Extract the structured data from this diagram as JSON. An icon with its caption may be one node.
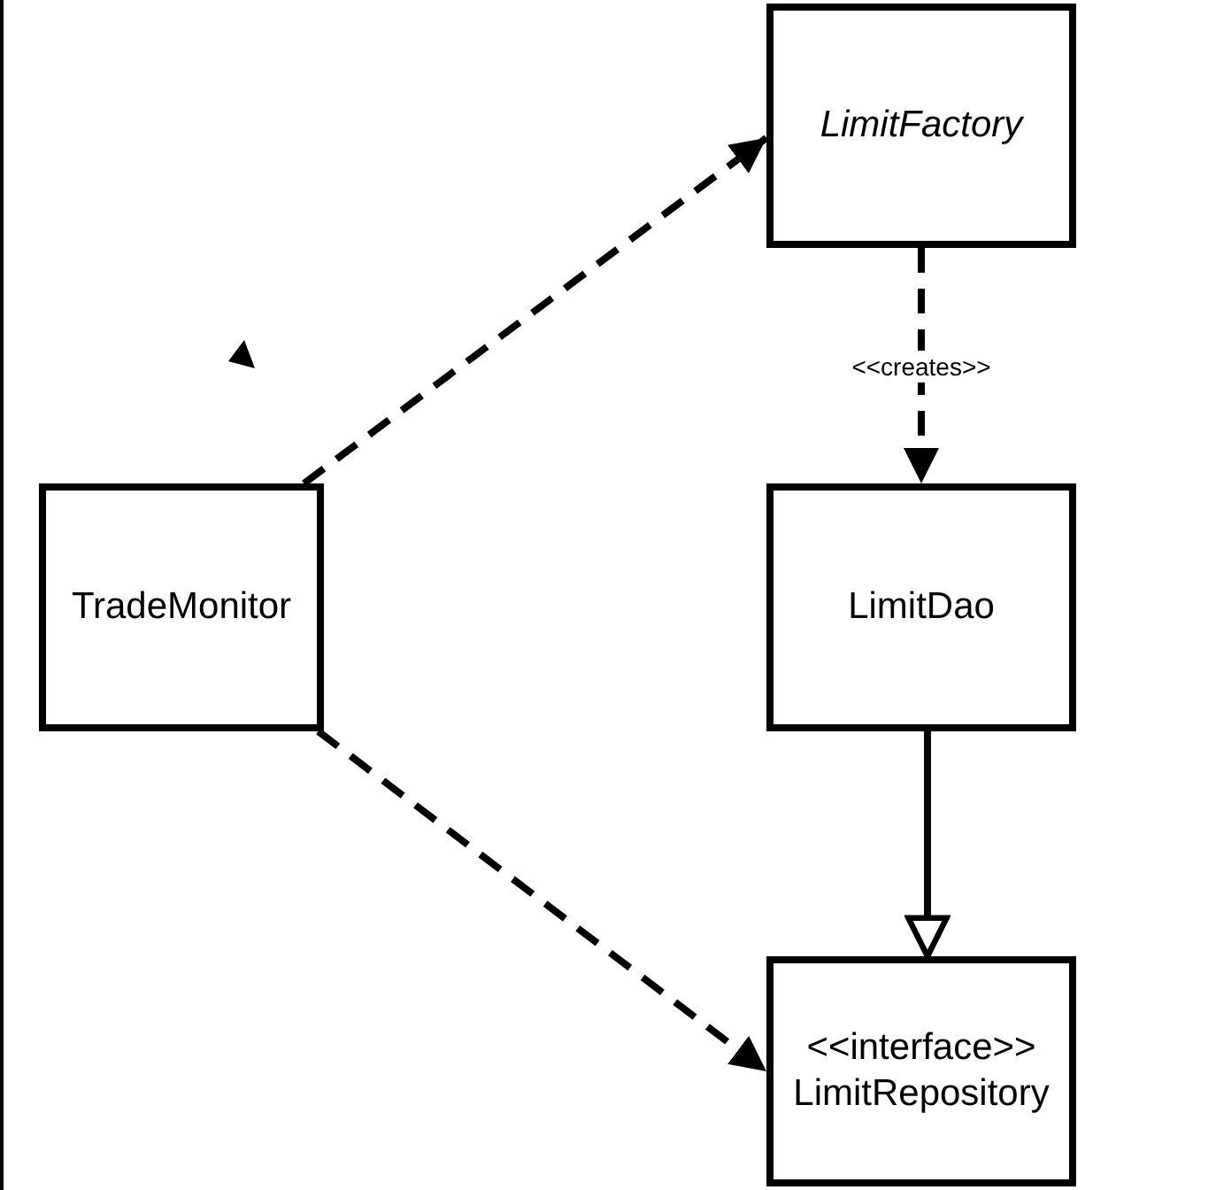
{
  "diagram": {
    "nodes": [
      {
        "text": [
          "LimitFactory"
        ]
      },
      {
        "text": [
          "TradeMonitor"
        ]
      },
      {
        "text": [
          "LimitDao"
        ]
      },
      {
        "text": [
          "<<interface>>",
          "LimitRepository"
        ]
      }
    ],
    "edges": [
      {
        "from": 1,
        "to": 0,
        "arrow": "to",
        "style": "dashed"
      },
      {
        "from": 1,
        "to": 3,
        "arrow": "to",
        "style": "dashed"
      },
      {
        "from": 0,
        "to": 2,
        "arrow": "to",
        "style": "dashed",
        "label": "<<creates>>"
      },
      {
        "from": 2,
        "to": 3,
        "arrow": "to"
      }
    ]
  }
}
